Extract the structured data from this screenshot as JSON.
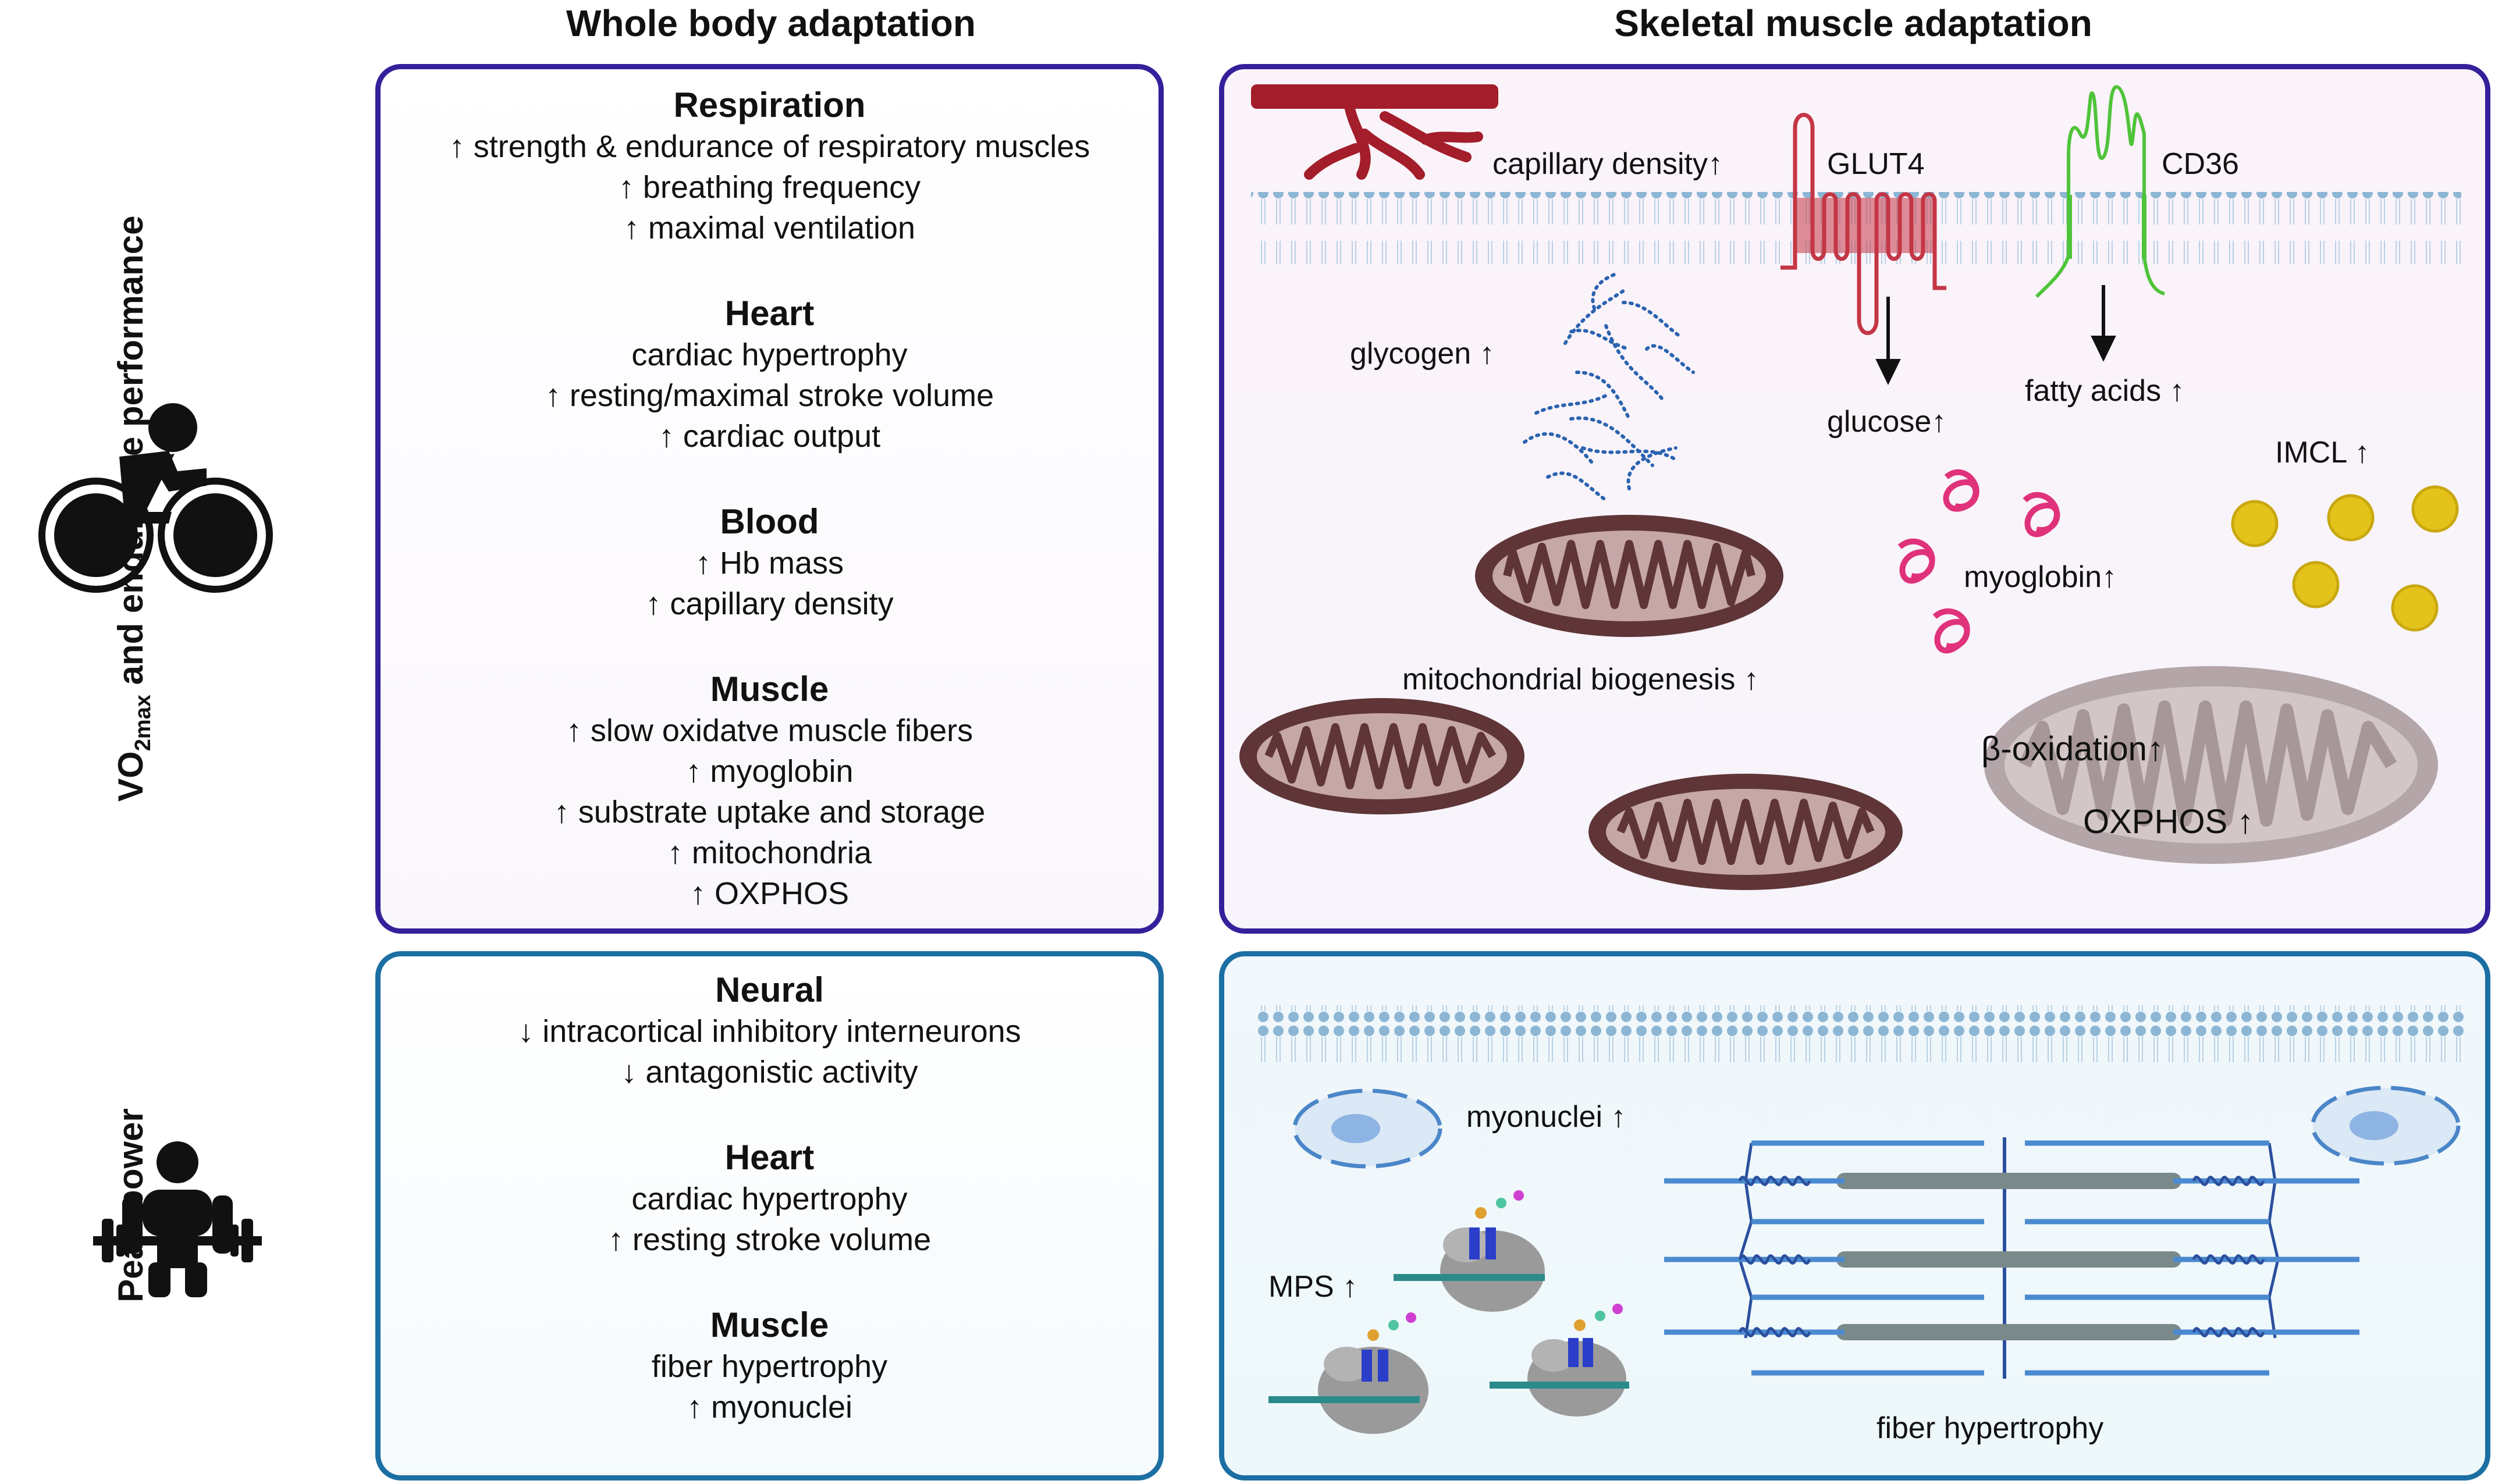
{
  "columns": {
    "whole_body": "Whole body adaptation",
    "skeletal_muscle": "Skeletal muscle adaptation"
  },
  "rows": {
    "endurance": {
      "label_prefix": "VO",
      "label_subscript": "2max",
      "label_suffix": " and endurance performance"
    },
    "power": {
      "label": "Peak power"
    }
  },
  "icons": {
    "endurance": "cyclist-icon",
    "power": "weightlifter-icon"
  },
  "colors": {
    "endurance_border": "#35209b",
    "power_border": "#1b6fa3",
    "vessel": "#a31d2a",
    "glut4": "#c43646",
    "cd36": "#4fc43a",
    "mitochondria": "#6b3e3e",
    "myoglobin": "#e0327a",
    "lipid": "#e3c21a"
  },
  "whole_body_endurance": [
    {
      "title": "Respiration",
      "lines": [
        "↑ strength & endurance of respiratory muscles",
        "↑ breathing frequency",
        "↑ maximal ventilation"
      ]
    },
    {
      "title": "Heart",
      "lines": [
        "cardiac hypertrophy",
        "↑ resting/maximal stroke volume",
        "↑ cardiac output"
      ]
    },
    {
      "title": "Blood",
      "lines": [
        "↑ Hb mass",
        "↑ capillary density"
      ]
    },
    {
      "title": "Muscle",
      "lines": [
        "↑ slow oxidatve muscle fibers",
        "↑ myoglobin",
        "↑ substrate uptake and storage",
        "↑ mitochondria",
        "↑ OXPHOS"
      ]
    }
  ],
  "whole_body_power": [
    {
      "title": "Neural",
      "lines": [
        "↓ intracortical inhibitory interneurons",
        "↓ antagonistic activity"
      ]
    },
    {
      "title": "Heart",
      "lines": [
        "cardiac hypertrophy",
        "↑ resting stroke volume"
      ]
    },
    {
      "title": "Muscle",
      "lines": [
        "fiber hypertrophy",
        "↑ myonuclei"
      ]
    }
  ],
  "skeletal_endurance_labels": {
    "capillary": "capillary density↑",
    "glut4": "GLUT4",
    "cd36": "CD36",
    "glycogen": "glycogen ↑",
    "glucose": "glucose↑",
    "fatty_acids": "fatty acids ↑",
    "imcl": "IMCL ↑",
    "myoglobin": "myoglobin↑",
    "mito_biogenesis": "mitochondrial biogenesis ↑",
    "beta_ox": "β-oxidation↑",
    "oxphos": "OXPHOS ↑"
  },
  "skeletal_power_labels": {
    "myonuclei": "myonuclei ↑",
    "mps": "MPS ↑",
    "fiber_hypertrophy": "fiber hypertrophy"
  }
}
